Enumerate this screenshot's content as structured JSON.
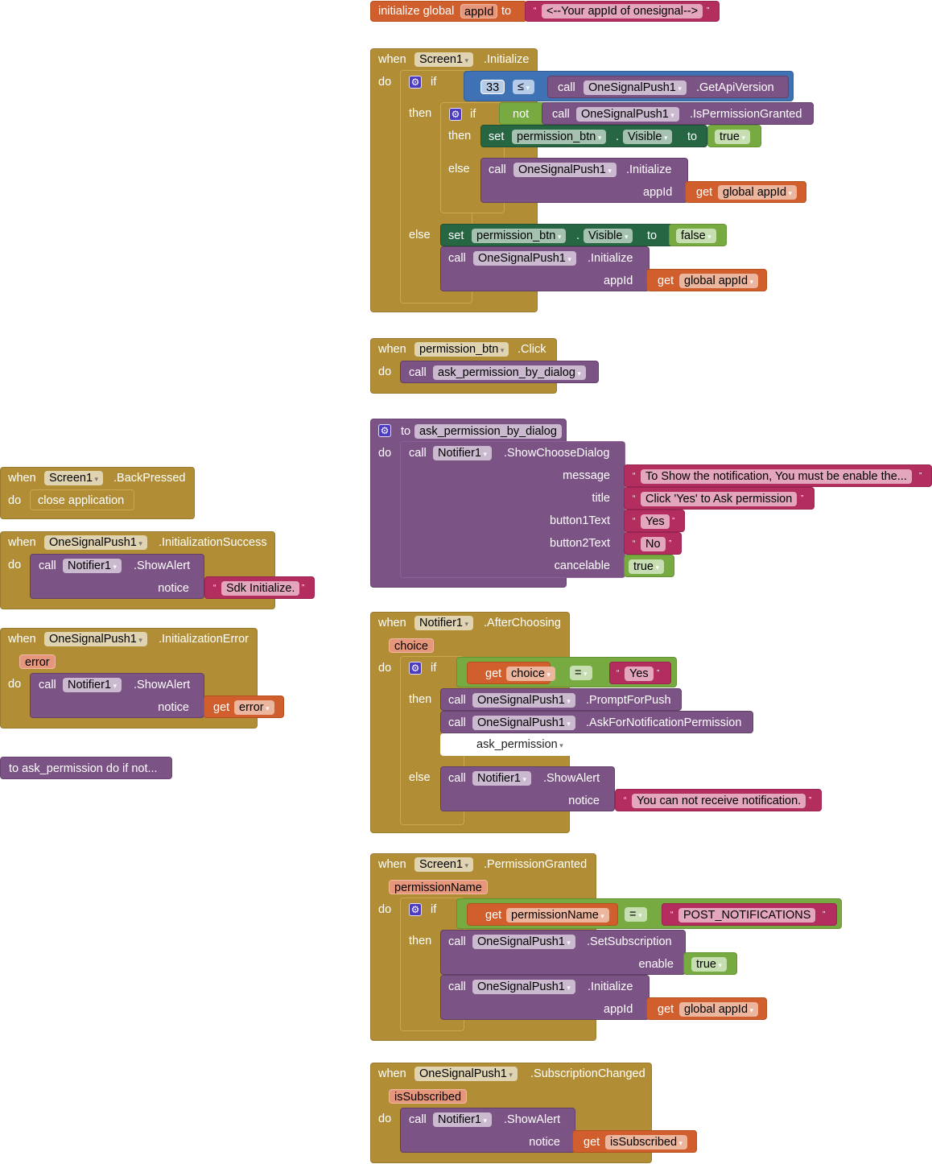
{
  "colors": {
    "event": "#b18e35",
    "procedure": "#7c5385",
    "variable": "#d05f2d",
    "text": "#b32d5e",
    "logic": "#77ab41",
    "math": "#3f71b5",
    "setter": "#266643",
    "canvas": "#ffffff"
  },
  "icons": {
    "mutator": "gear-icon",
    "dropdown": "chevron-down-icon"
  },
  "kw": {
    "when": "when",
    "do": "do",
    "if": "if",
    "then": "then",
    "else": "else",
    "call": "call",
    "set": "set",
    "to": "to",
    "get": "get",
    "not": "not",
    "dot": ".",
    "open_quote": "“",
    "close_quote": "”"
  },
  "global_init": {
    "prefix": "initialize global",
    "name": "appId",
    "to": "to",
    "value": "<--Your appId of onesignal-->"
  },
  "screen_initialize": {
    "component": "Screen1",
    "event": ".Initialize",
    "compare_value": "33",
    "compare_op": "≤",
    "api_component": "OneSignalPush1",
    "api_method": ".GetApiVersion",
    "perm_component": "OneSignalPush1",
    "perm_method": ".IsPermissionGranted",
    "set_component": "permission_btn",
    "set_property": "Visible",
    "set_true": "true",
    "init_component": "OneSignalPush1",
    "init_method": ".Initialize",
    "arg_appid": "appId",
    "global_appid": "global appId",
    "set_false": "false"
  },
  "permission_click": {
    "component": "permission_btn",
    "event": ".Click",
    "procedure": "ask_permission_by_dialog"
  },
  "procedure_dialog": {
    "name": "ask_permission_by_dialog",
    "component": "Notifier1",
    "method": ".ShowChooseDialog",
    "args": [
      {
        "label": "message",
        "value": "To Show the notification, You must be enable the..."
      },
      {
        "label": "title",
        "value": "Click 'Yes' to Ask permission"
      },
      {
        "label": "button1Text",
        "value": "Yes"
      },
      {
        "label": "button2Text",
        "value": "No"
      },
      {
        "label": "cancelable",
        "value": "true"
      }
    ]
  },
  "after_choosing": {
    "component": "Notifier1",
    "event": ".AfterChoosing",
    "param": "choice",
    "get_var": "choice",
    "op": "=",
    "compare": "Yes",
    "prompt_component": "OneSignalPush1",
    "prompt_method": ".PromptForPush",
    "ask_component": "OneSignalPush1",
    "ask_method": ".AskForNotificationPermission",
    "ask_arg": "ask_permission",
    "alert_component": "Notifier1",
    "alert_method": ".ShowAlert",
    "notice_label": "notice",
    "notice_value": "You can not receive notification."
  },
  "permission_granted": {
    "component": "Screen1",
    "event": ".PermissionGranted",
    "param": "permissionName",
    "get_var": "permissionName",
    "op": "=",
    "compare": "POST_NOTIFICATIONS",
    "sub_component": "OneSignalPush1",
    "sub_method": ".SetSubscription",
    "enable_label": "enable",
    "enable_value": "true",
    "init_component": "OneSignalPush1",
    "init_method": ".Initialize",
    "arg_appid": "appId",
    "global_appid": "global appId"
  },
  "subscription_changed": {
    "component": "OneSignalPush1",
    "event": ".SubscriptionChanged",
    "param": "isSubscribed",
    "alert_component": "Notifier1",
    "alert_method": ".ShowAlert",
    "notice_label": "notice",
    "get_var": "isSubscribed"
  },
  "back_pressed": {
    "component": "Screen1",
    "event": ".BackPressed",
    "action": "close application"
  },
  "init_success": {
    "component": "OneSignalPush1",
    "event": ".InitializationSuccess",
    "alert_component": "Notifier1",
    "alert_method": ".ShowAlert",
    "notice_label": "notice",
    "notice_value": "Sdk Initialize."
  },
  "init_error": {
    "component": "OneSignalPush1",
    "event": ".InitializationError",
    "param": "error",
    "alert_component": "Notifier1",
    "alert_method": ".ShowAlert",
    "notice_label": "notice",
    "get_var": "error"
  },
  "collapsed_procedure": {
    "label": "to ask_permission do if not..."
  }
}
